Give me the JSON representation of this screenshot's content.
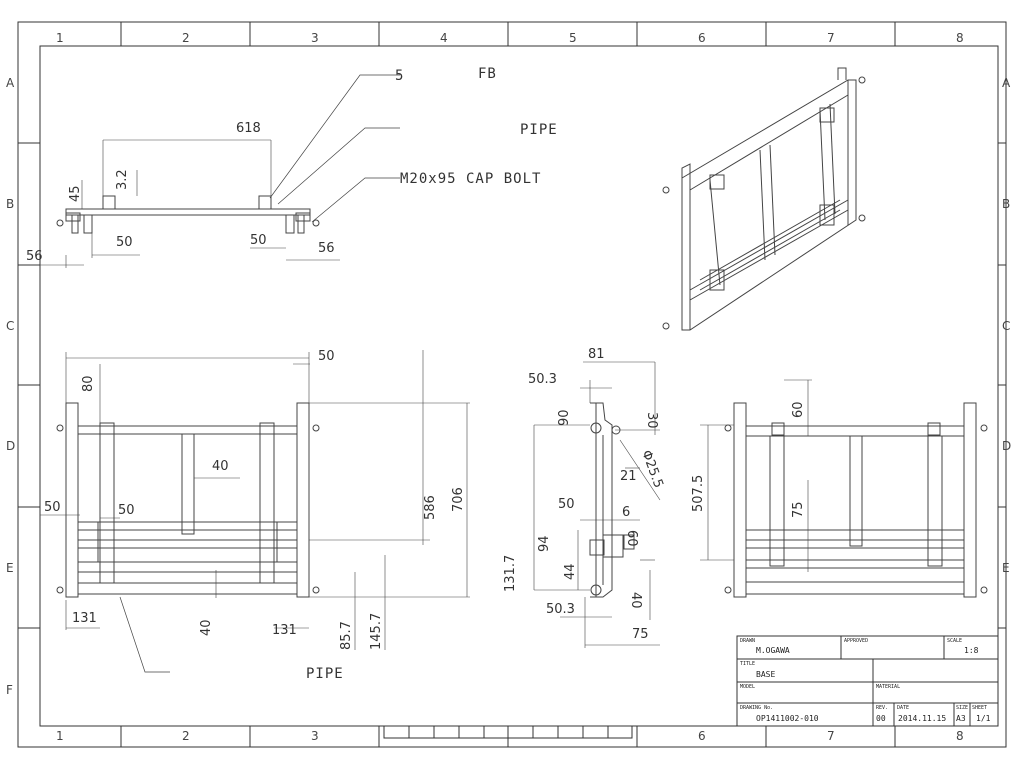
{
  "grid": {
    "columns": [
      "1",
      "2",
      "3",
      "4",
      "5",
      "6",
      "7",
      "8"
    ],
    "rows": [
      "A",
      "B",
      "C",
      "D",
      "E",
      "F"
    ]
  },
  "notes": {
    "fb": "FB",
    "pipe_top": "PIPE",
    "cap_bolt": "M20x95 CAP BOLT",
    "pipe_bottom": "PIPE",
    "fb_prefix": "5"
  },
  "dims_top": {
    "d618": "618",
    "d32": "3.2",
    "d45": "45",
    "d50a": "50",
    "d50b": "50",
    "d56a": "56",
    "d56b": "56"
  },
  "dims_front": {
    "d50top": "50",
    "d80": "80",
    "d40mid": "40",
    "d50l": "50",
    "d50in": "50",
    "d586": "586",
    "d706": "706",
    "d131l": "131",
    "d40low": "40",
    "d131r": "131",
    "d857": "85.7",
    "d1457": "145.7"
  },
  "dims_side": {
    "d81": "81",
    "d503top": "50.3",
    "d90": "90",
    "d30": "30",
    "dphi": "Φ25.5",
    "d21": "21",
    "d50": "50",
    "d6": "6",
    "d60": "60",
    "d94": "94",
    "d44": "44",
    "d1317": "131.7",
    "d503bot": "50.3",
    "d40": "40",
    "d75": "75"
  },
  "dims_right": {
    "d60": "60",
    "d5075": "507.5",
    "d75": "75"
  },
  "title_block": {
    "drawn_label": "DRAWN",
    "drawn": "M.OGAWA",
    "approved_label": "APPROVED",
    "scale_label": "SCALE",
    "scale": "1:8",
    "title_label": "TITLE",
    "title": "BASE",
    "model_label": "MODEL",
    "material_label": "MATERIAL",
    "drawing_no_label": "DRAWING No.",
    "drawing_no": "OP1411002-010",
    "rev_label": "REV.",
    "rev": "00",
    "date_label": "DATE",
    "date": "2014.11.15",
    "size_label": "SIZE",
    "size": "A3",
    "sheet_label": "SHEET",
    "sheet": "1/1"
  }
}
